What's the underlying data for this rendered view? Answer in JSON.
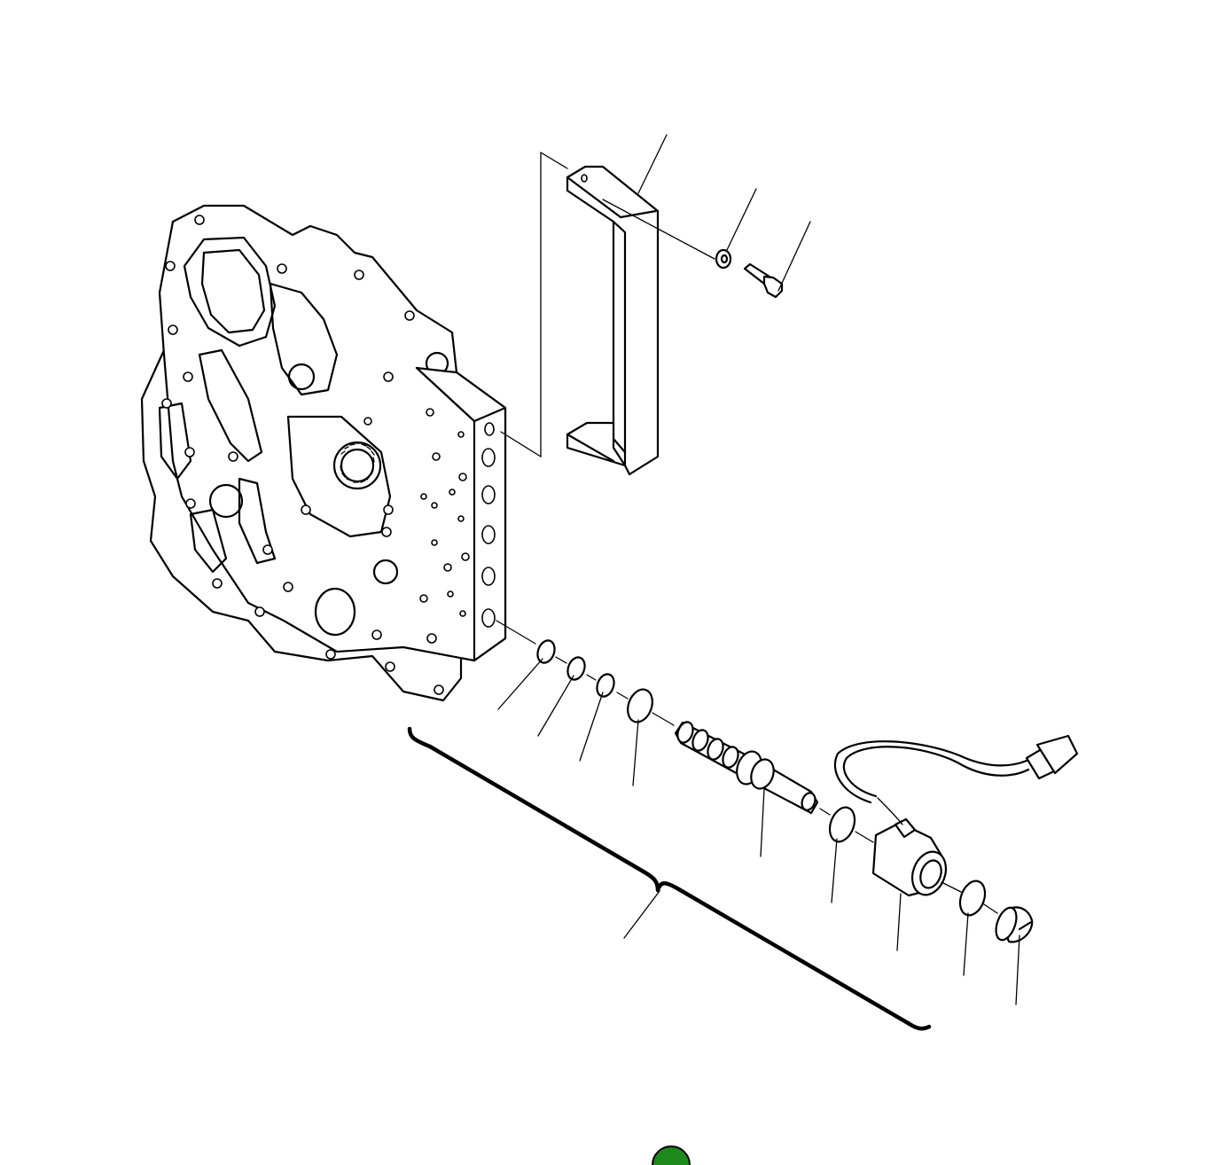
{
  "figure": {
    "background": "#ffffff",
    "line_color": "#000000",
    "marker_color": "#1e8a1e"
  },
  "parts": [
    {
      "id": "valve-body",
      "kind": "transmission control valve body"
    },
    {
      "id": "bracket",
      "kind": "bracket"
    },
    {
      "id": "washer",
      "kind": "washer"
    },
    {
      "id": "bolt",
      "kind": "bolt"
    },
    {
      "id": "o-ring-1",
      "kind": "o-ring"
    },
    {
      "id": "o-ring-2",
      "kind": "o-ring"
    },
    {
      "id": "o-ring-3",
      "kind": "o-ring"
    },
    {
      "id": "o-ring-4",
      "kind": "o-ring"
    },
    {
      "id": "spool-cartridge",
      "kind": "valve cartridge"
    },
    {
      "id": "o-ring-5",
      "kind": "o-ring"
    },
    {
      "id": "solenoid-coil",
      "kind": "solenoid coil with harness"
    },
    {
      "id": "o-ring-6",
      "kind": "o-ring"
    },
    {
      "id": "cap",
      "kind": "cap"
    }
  ]
}
